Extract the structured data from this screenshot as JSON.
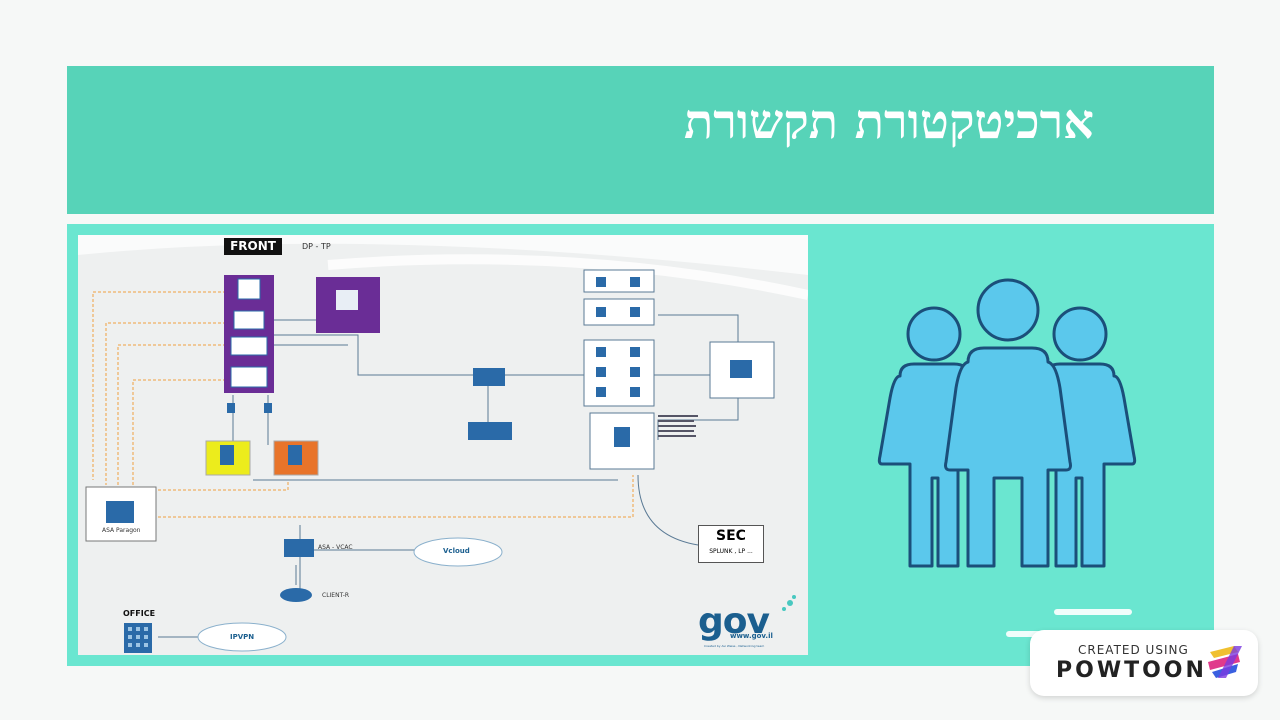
{
  "slide": {
    "title": "ארכיטקטורת תקשורת"
  },
  "diagram": {
    "front_label": "FRONT",
    "dp_tp_label": "DP - TP",
    "sec_title": "SEC",
    "sec_subtitle": "SPLUNK , LP ...",
    "office_label": "OFFICE",
    "ipvpn_label": "IPVPN",
    "vcloud_label": "Vcloud",
    "asa_vcac_label": "ASA - VCAC",
    "client_r_label": "CLIENT-R",
    "asa_paragon_label": "ASA Paragon",
    "gov_logo": "gov",
    "gov_url": "www.gov.il",
    "gov_credit": "Created by Avi Weiss , Networking team"
  },
  "badge": {
    "small_text": "CREATED USING",
    "big_text": "POWTOON"
  },
  "colors": {
    "title_bar": "#57d3b8",
    "panel": "#6ae6d0",
    "people_fill": "#5bc8ec",
    "people_stroke": "#1b4f7a",
    "purple": "#6a2d96",
    "yellow": "#ecec1c",
    "orange": "#e8742a"
  },
  "icons": [
    "people-group-icon",
    "powtoon-logo-icon",
    "server-icon",
    "router-icon",
    "building-icon",
    "cloud-icon"
  ]
}
